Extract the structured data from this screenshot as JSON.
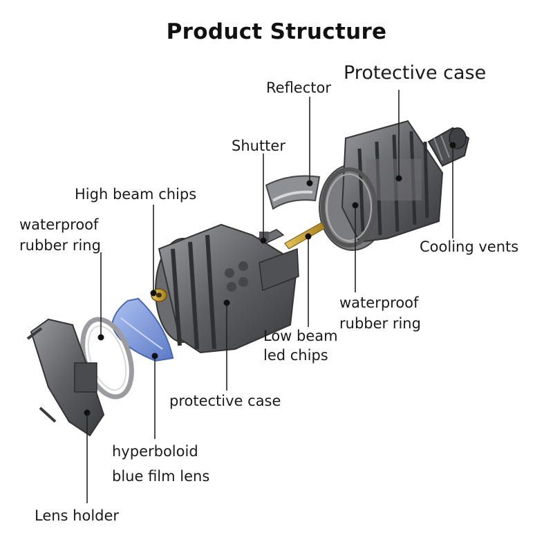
{
  "title": "Product Structure",
  "labels": {
    "protective_case_top": "Protective case",
    "reflector": "Reflector",
    "shutter": "Shutter",
    "high_beam_chips": "High beam chips",
    "waterproof_ring_left_1": "waterproof",
    "waterproof_ring_left_2": "rubber ring",
    "cooling_vents": "Cooling vents",
    "waterproof_ring_right_1": "waterproof",
    "waterproof_ring_right_2": "rubber ring",
    "low_beam_1": "Low beam",
    "low_beam_2": "led chips",
    "protective_case_bottom": "protective case",
    "hyperboloid_1": "hyperboloid",
    "hyperboloid_2": "blue film lens",
    "lens_holder": "Lens holder"
  },
  "colors": {
    "housing": "#5e5f63",
    "housing_light": "#8d8e92",
    "housing_dark": "#38393c",
    "lens_blue": "#6f8fd6",
    "gold": "#c9a233",
    "line": "#222222"
  }
}
